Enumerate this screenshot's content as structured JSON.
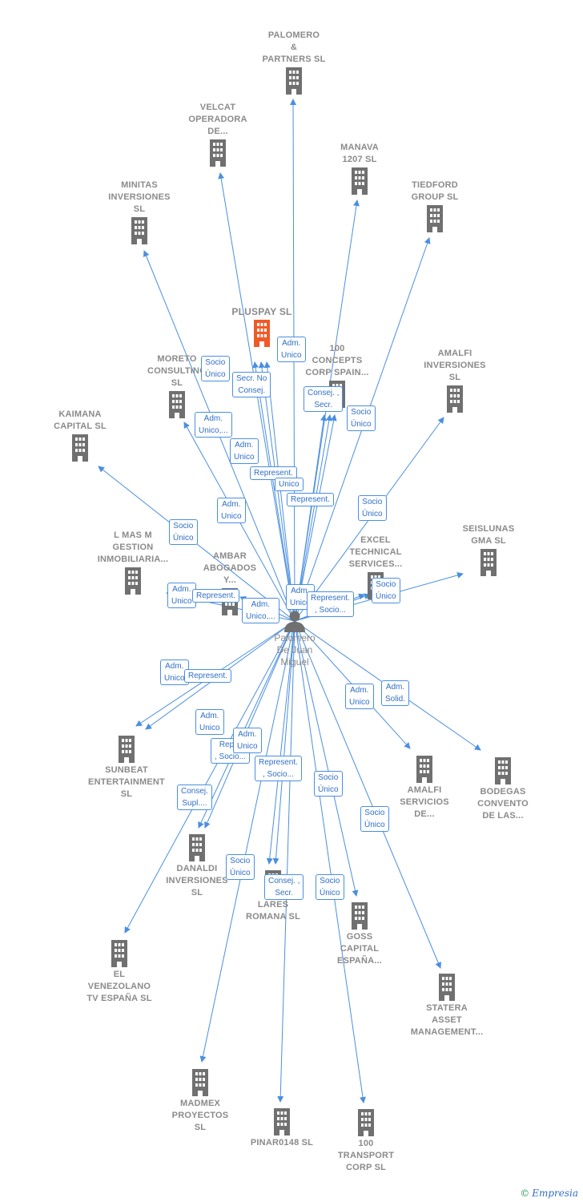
{
  "colors": {
    "edge": "#4a8fe0",
    "building": "#707070",
    "main_building": "#f05a28"
  },
  "person": {
    "id": "p",
    "label": "Palomero\nDe Juan\nMiguel",
    "icon": "person-icon"
  },
  "companies": [
    {
      "id": "palomero_partners",
      "label": "PALOMERO\n&\nPARTNERS SL",
      "icon": "building-icon"
    },
    {
      "id": "velcat",
      "label": "VELCAT\nOPERADORA\nDE...",
      "icon": "building-icon"
    },
    {
      "id": "manava",
      "label": "MANAVA\n1207  SL",
      "icon": "building-icon"
    },
    {
      "id": "minitas",
      "label": "MINITAS\nINVERSIONES\nSL",
      "icon": "building-icon"
    },
    {
      "id": "tiedford",
      "label": "TIEDFORD\nGROUP  SL",
      "icon": "building-icon"
    },
    {
      "id": "pluspay",
      "label": "PLUSPAY  SL",
      "icon": "building-icon"
    },
    {
      "id": "concepts100",
      "label": "100\nCONCEPTS\nCORP SPAIN...",
      "icon": "building-icon"
    },
    {
      "id": "moreto",
      "label": "MORETO\nCONSULTING\nSL",
      "icon": "building-icon"
    },
    {
      "id": "amalfi_inv",
      "label": "AMALFI\nINVERSIONES\nSL",
      "icon": "building-icon"
    },
    {
      "id": "kaimana",
      "label": "KAIMANA\nCAPITAL  SL",
      "icon": "building-icon"
    },
    {
      "id": "lmasm",
      "label": "L MAS M\nGESTION\nINMOBILIARIA...",
      "icon": "building-icon"
    },
    {
      "id": "ambar",
      "label": "AMBAR\nABOGADOS\nY...",
      "icon": "building-icon"
    },
    {
      "id": "excel",
      "label": "EXCEL\nTECHNICAL\nSERVICES...",
      "icon": "building-icon"
    },
    {
      "id": "seislunas",
      "label": "SEISLUNAS\nGMA  SL",
      "icon": "building-icon"
    },
    {
      "id": "sunbeat",
      "label": "SUNBEAT\nENTERTAINMENT\nSL",
      "icon": "building-icon"
    },
    {
      "id": "amalfi_serv",
      "label": "AMALFI\nSERVICIOS\nDE...",
      "icon": "building-icon"
    },
    {
      "id": "bodegas",
      "label": "BODEGAS\nCONVENTO\nDE LAS...",
      "icon": "building-icon"
    },
    {
      "id": "danaldi",
      "label": "DANALDI\nINVERSIONES\nSL",
      "icon": "building-icon"
    },
    {
      "id": "lares",
      "label": "LARES\nROMANA  SL",
      "icon": "building-icon"
    },
    {
      "id": "goss",
      "label": "GOSS\nCAPITAL\nESPAÑA...",
      "icon": "building-icon"
    },
    {
      "id": "venezolano",
      "label": "EL\nVENEZOLANO\nTV ESPAÑA  SL",
      "icon": "building-icon"
    },
    {
      "id": "statera",
      "label": "STATERA\nASSET\nMANAGEMENT...",
      "icon": "building-icon"
    },
    {
      "id": "madmex",
      "label": "MADMEX\nPROYECTOS\nSL",
      "icon": "building-icon"
    },
    {
      "id": "pinar",
      "label": "PINAR0148  SL",
      "icon": "building-icon"
    },
    {
      "id": "transport100",
      "label": "100\nTRANSPORT\nCORP  SL",
      "icon": "building-icon"
    }
  ],
  "relations": [
    {
      "id": "r1",
      "label": "Adm.\nUnico"
    },
    {
      "id": "r2",
      "label": "Socio\nÚnico"
    },
    {
      "id": "r3",
      "label": "Secr.  No\nConsej."
    },
    {
      "id": "r4",
      "label": "Consej. ,\nSecr."
    },
    {
      "id": "r5",
      "label": "Socio\nÚnico"
    },
    {
      "id": "r6",
      "label": "Adm.\nUnico,..."
    },
    {
      "id": "r7",
      "label": "Adm.\nUnico"
    },
    {
      "id": "r8",
      "label": "Represent."
    },
    {
      "id": "r9",
      "label": "Unico"
    },
    {
      "id": "r10",
      "label": "Represent."
    },
    {
      "id": "r11",
      "label": "Adm.\nUnico"
    },
    {
      "id": "r12",
      "label": "Socio\nÚnico"
    },
    {
      "id": "r13",
      "label": "Socio\nÚnico"
    },
    {
      "id": "r14",
      "label": "Adm.\nUnico"
    },
    {
      "id": "r15",
      "label": "Represent."
    },
    {
      "id": "r16",
      "label": "Adm.\nUnico,..."
    },
    {
      "id": "r17",
      "label": "Adm.\nUnico"
    },
    {
      "id": "r18",
      "label": "Represent.\n, Socio..."
    },
    {
      "id": "r19",
      "label": "Socio\nÚnico"
    },
    {
      "id": "r20",
      "label": "Adm.\nUnico"
    },
    {
      "id": "r21",
      "label": "Represent."
    },
    {
      "id": "r22",
      "label": "Adm.\nUnico"
    },
    {
      "id": "r23",
      "label": "Adm.\nSolid."
    },
    {
      "id": "r24",
      "label": "Adm.\nUnico"
    },
    {
      "id": "r25",
      "label": "Repre\n, Socio..."
    },
    {
      "id": "r26",
      "label": "Adm.\nUnico"
    },
    {
      "id": "r27",
      "label": "Represent.\n, Socio..."
    },
    {
      "id": "r28",
      "label": "Socio\nÚnico"
    },
    {
      "id": "r29",
      "label": "Consej.\nSupl...."
    },
    {
      "id": "r30",
      "label": "Socio\nÚnico"
    },
    {
      "id": "r31",
      "label": "Socio\nÚnico"
    },
    {
      "id": "r32",
      "label": "Consej. ,\nSecr."
    },
    {
      "id": "r33",
      "label": "Socio\nÚnico"
    }
  ],
  "footer": {
    "copyright": "©",
    "brand": "Empresia"
  }
}
